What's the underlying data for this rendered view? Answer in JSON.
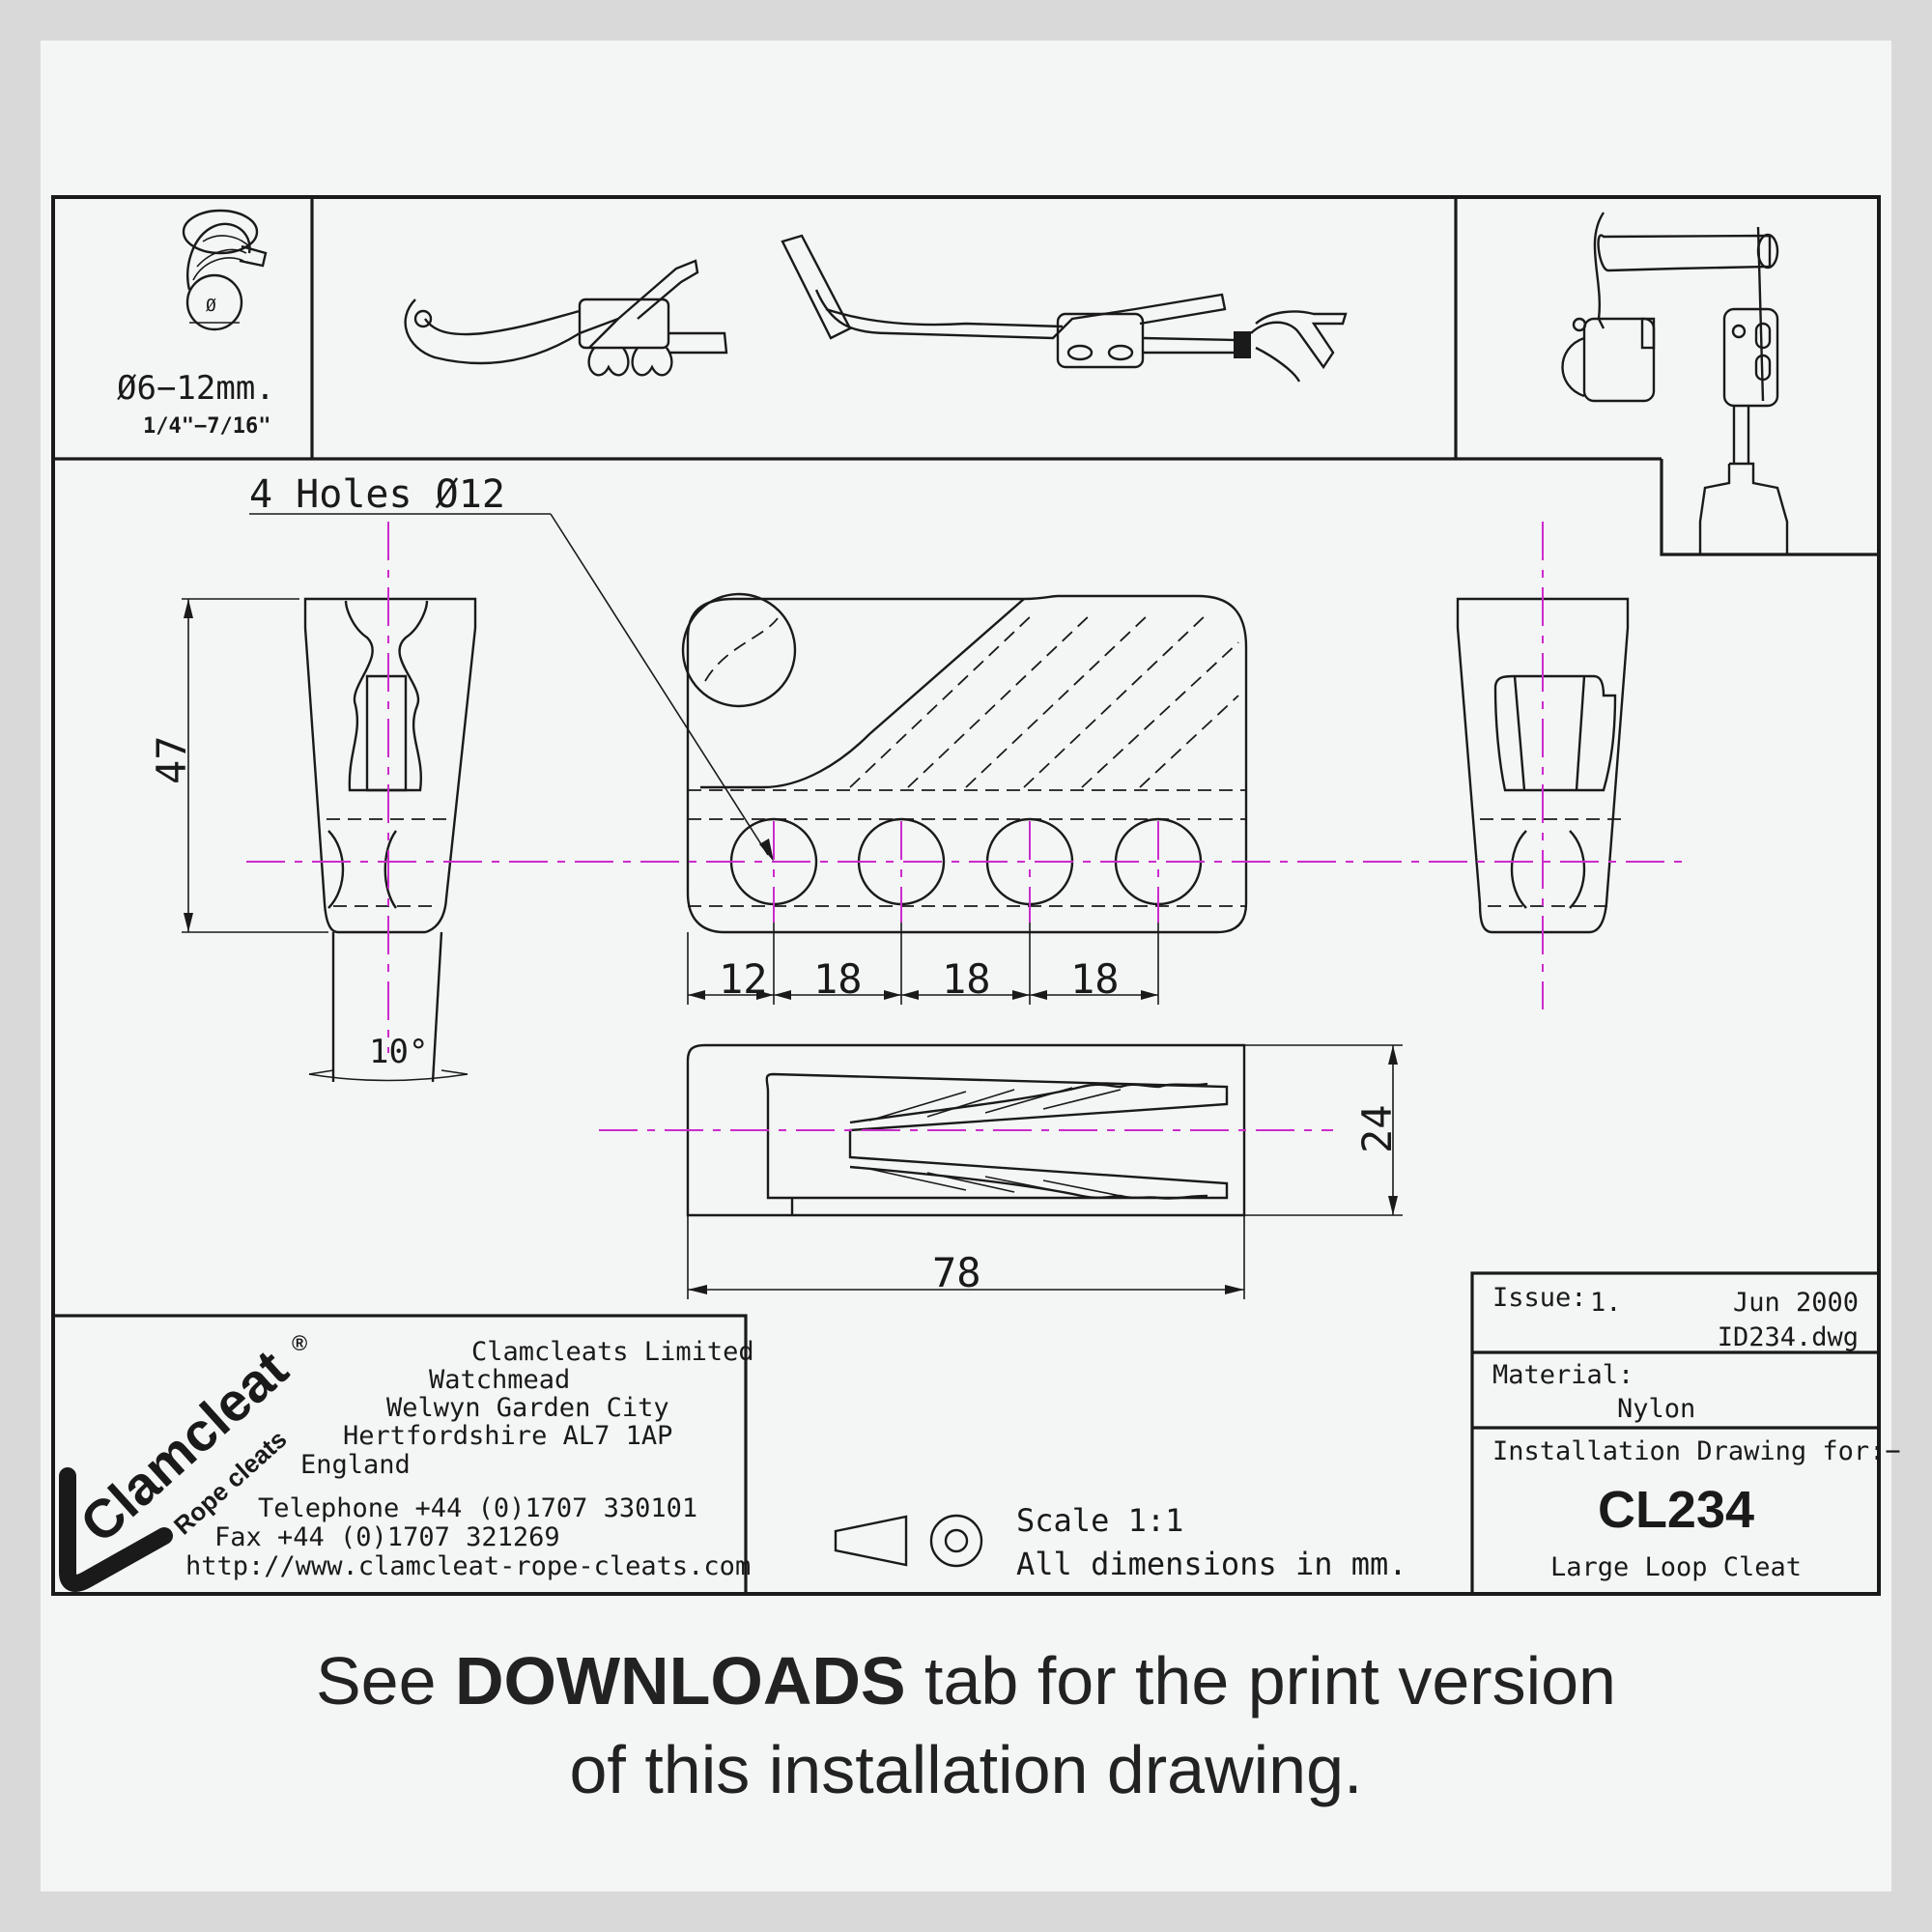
{
  "rope": {
    "diameter": "Ø6−12mm.",
    "diameter_imperial": "1/4\"−7/16\"",
    "symbol": "Ø"
  },
  "callout_holes": "4 Holes Ø12",
  "dims": {
    "height": "47",
    "angle": "10°",
    "hole_offset": "12",
    "pitch1": "18",
    "pitch2": "18",
    "pitch3": "18",
    "depth": "24",
    "length": "78"
  },
  "company": {
    "logo_main": "Clamcleat",
    "logo_sub": "Rope cleats",
    "logo_reg": "®",
    "name": "Clamcleats Limited",
    "addr1": "Watchmead",
    "addr2": "Welwyn Garden City",
    "addr3": "Hertfordshire AL7 1AP",
    "addr4": "England",
    "phone": "Telephone +44 (0)1707 330101",
    "fax": "Fax +44 (0)1707 321269",
    "web": "http://www.clamcleat-rope-cleats.com"
  },
  "scale": {
    "scale": "Scale 1:1",
    "units": "All dimensions in mm."
  },
  "titleblock": {
    "issue_label": "Issue:",
    "issue_value": "1.",
    "date": "Jun 2000",
    "file": "ID234.dwg",
    "material_label": "Material:",
    "material_value": "Nylon",
    "install_label": "Installation Drawing for:−",
    "part_no": "CL234",
    "part_name": "Large Loop Cleat"
  },
  "caption": {
    "pre": "See ",
    "bold": "DOWNLOADS",
    "post": " tab for the print version",
    "line2": "of this installation drawing."
  },
  "colors": {
    "centerline": "#cc2bcc",
    "ink": "#1a1a1a",
    "frame": "#d9d9d9"
  }
}
